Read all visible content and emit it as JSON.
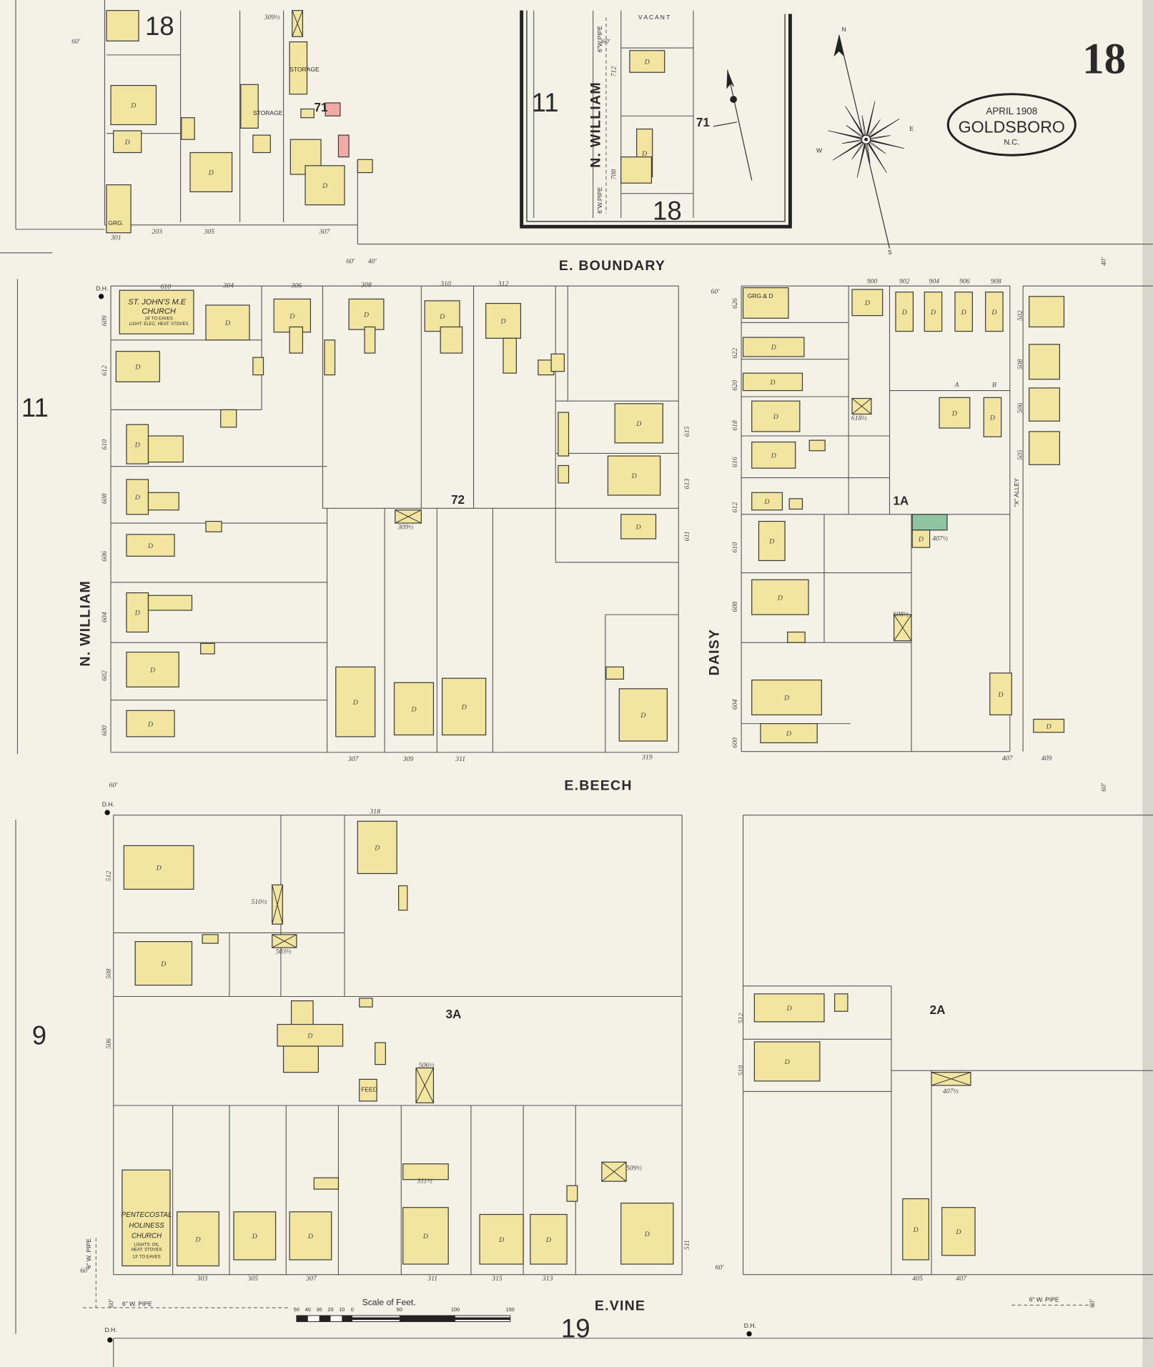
{
  "sheet_number": "18",
  "title_box": {
    "date": "APRIL 1908",
    "city": "GOLDSBORO",
    "state": "N.C."
  },
  "colors": {
    "paper": "#f4f2e7",
    "frame_dwelling": "#f2e5a0",
    "brick": "#f2aaa6",
    "stone": "#8fc4a0",
    "outline": "#3b3b3b"
  },
  "streets": {
    "e_boundary": "E. BOUNDARY",
    "e_beech": "E.BEECH",
    "e_vine": "E.VINE",
    "n_william": "N. WILLIAM",
    "n_william_inset": "N. WILLIAM",
    "daisy": "DAISY",
    "x_alley": "\"X\" ALLEY"
  },
  "adjacent_sheets": {
    "top_left": "18",
    "left_mid": "11",
    "left_low": "9",
    "bottom": "19",
    "inset_left": "11",
    "inset_bottom": "18"
  },
  "blocks": {
    "b71": "71",
    "b71_inset": "71",
    "b72": "72",
    "b1a": "1A",
    "b3a": "3A",
    "b2a": "2A"
  },
  "inset": {
    "vacant": "V A C A N T",
    "pipe_top": "6\"W.PIPE",
    "pipe_bottom": "6\"W.PIPE"
  },
  "compass": {
    "n": "N",
    "e": "E",
    "s": "S",
    "w": "W"
  },
  "churches": {
    "st_johns": {
      "name1": "ST. JOHN'S M.E",
      "name2": "CHURCH",
      "note1": "16' TO EAVES",
      "note2": "LIGHT: ELEC. HEAT: STOVES"
    },
    "pentecostal": {
      "name1": "PENTECOSTAL",
      "name2": "HOLINESS",
      "name3": "CHURCH",
      "note1": "LIGHTS: OIL",
      "note2": "HEAT: STOVES",
      "note3": "13' TO EAVES"
    }
  },
  "building_labels": {
    "dwelling": "D",
    "storage": "STORAGE",
    "feed": "FEED",
    "garage": "GRG.",
    "grg_d": "GRG.& D"
  },
  "addresses": [
    "203",
    "305",
    "307",
    "301",
    "309½",
    "610",
    "304",
    "306",
    "308",
    "310",
    "312",
    "612",
    "610",
    "608",
    "606",
    "604",
    "602",
    "600",
    "609",
    "307",
    "309",
    "311",
    "319",
    "309½",
    "615",
    "613",
    "611",
    "900",
    "902",
    "904",
    "906",
    "908",
    "626",
    "622",
    "620",
    "618",
    "616",
    "612",
    "610",
    "608",
    "604",
    "600",
    "618½",
    "608½",
    "407½",
    "407",
    "409",
    "502",
    "508",
    "506",
    "505",
    "A",
    "B",
    "318",
    "512",
    "508",
    "506",
    "510½",
    "503½",
    "506½",
    "311½",
    "509½",
    "303",
    "305",
    "307",
    "311",
    "315",
    "313",
    "511",
    "512",
    "510",
    "407½",
    "405",
    "407",
    "712",
    "708"
  ],
  "dimensions": [
    "60'",
    "60'",
    "40'",
    "60'",
    "40'",
    "60'",
    "60'",
    "60'",
    "60'",
    "60'",
    "60'",
    "60'"
  ],
  "hydrants": [
    "D.H.",
    "D.H.",
    "D.H.",
    "D.H."
  ],
  "pipes": [
    "6\" W. PIPE",
    "6\" W. PIPE",
    "6\" W. PIPE"
  ],
  "scale": {
    "title": "Scale of Feet.",
    "ticks": [
      "50",
      "40",
      "30",
      "20",
      "10",
      "0",
      "50",
      "100",
      "150"
    ]
  }
}
